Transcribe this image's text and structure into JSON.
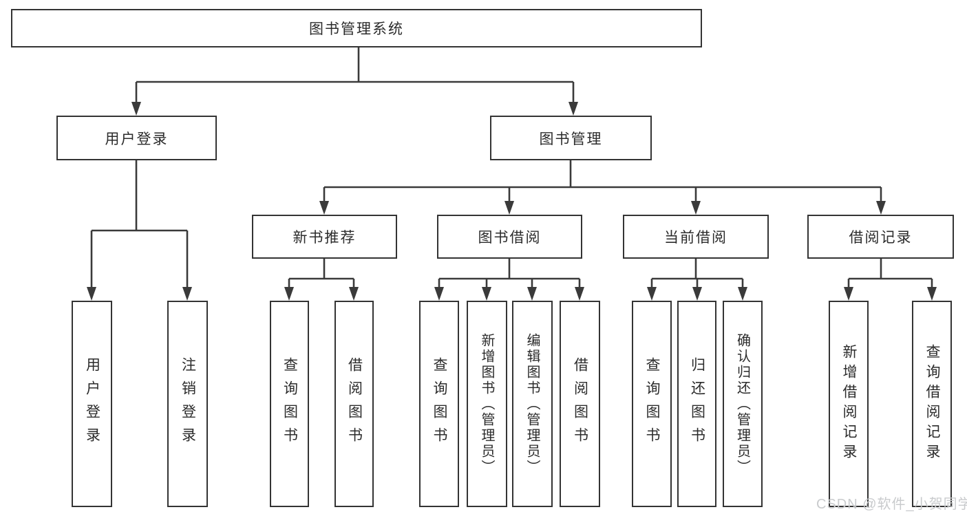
{
  "diagram": {
    "type": "tree",
    "title": "图书管理系统",
    "colors": {
      "background": "#ffffff",
      "line": "#3a3a3a",
      "box_border": "#333333",
      "box_fill": "#ffffff",
      "text": "#2b2b2b",
      "watermark": "#c9cbcd"
    },
    "nodes": {
      "root": {
        "label": "图书管理系统"
      },
      "level2": [
        {
          "label": "用户登录"
        },
        {
          "label": "图书管理"
        }
      ],
      "level3": [
        {
          "label": "新书推荐"
        },
        {
          "label": "图书借阅"
        },
        {
          "label": "当前借阅"
        },
        {
          "label": "借阅记录"
        }
      ],
      "leaves": [
        {
          "label": "用户登录",
          "parent": "用户登录"
        },
        {
          "label": "注销登录",
          "parent": "用户登录"
        },
        {
          "label": "查询图书",
          "parent": "新书推荐"
        },
        {
          "label": "借阅图书",
          "parent": "新书推荐"
        },
        {
          "label": "查询图书",
          "parent": "图书借阅"
        },
        {
          "label": "新增图书（管理员）",
          "parent": "图书借阅"
        },
        {
          "label": "编辑图书（管理员）",
          "parent": "图书借阅"
        },
        {
          "label": "借阅图书",
          "parent": "图书借阅"
        },
        {
          "label": "查询图书",
          "parent": "当前借阅"
        },
        {
          "label": "归还图书",
          "parent": "当前借阅"
        },
        {
          "label": "确认归还（管理员）",
          "parent": "当前借阅"
        },
        {
          "label": "新增借阅记录",
          "parent": "借阅记录"
        },
        {
          "label": "查询借阅记录",
          "parent": "借阅记录"
        }
      ]
    },
    "edges": [
      "图书管理系统 → 用户登录",
      "图书管理系统 → 图书管理",
      "用户登录 → 用户登录",
      "用户登录 → 注销登录",
      "图书管理 → 新书推荐",
      "图书管理 → 图书借阅",
      "图书管理 → 当前借阅",
      "图书管理 → 借阅记录",
      "新书推荐 → 查询图书",
      "新书推荐 → 借阅图书",
      "图书借阅 → 查询图书",
      "图书借阅 → 新增图书（管理员）",
      "图书借阅 → 编辑图书（管理员）",
      "图书借阅 → 借阅图书",
      "当前借阅 → 查询图书",
      "当前借阅 → 归还图书",
      "当前借阅 → 确认归还（管理员）",
      "借阅记录 → 新增借阅记录",
      "借阅记录 → 查询借阅记录"
    ],
    "watermark": "CSDN @软件_小贺同学"
  }
}
